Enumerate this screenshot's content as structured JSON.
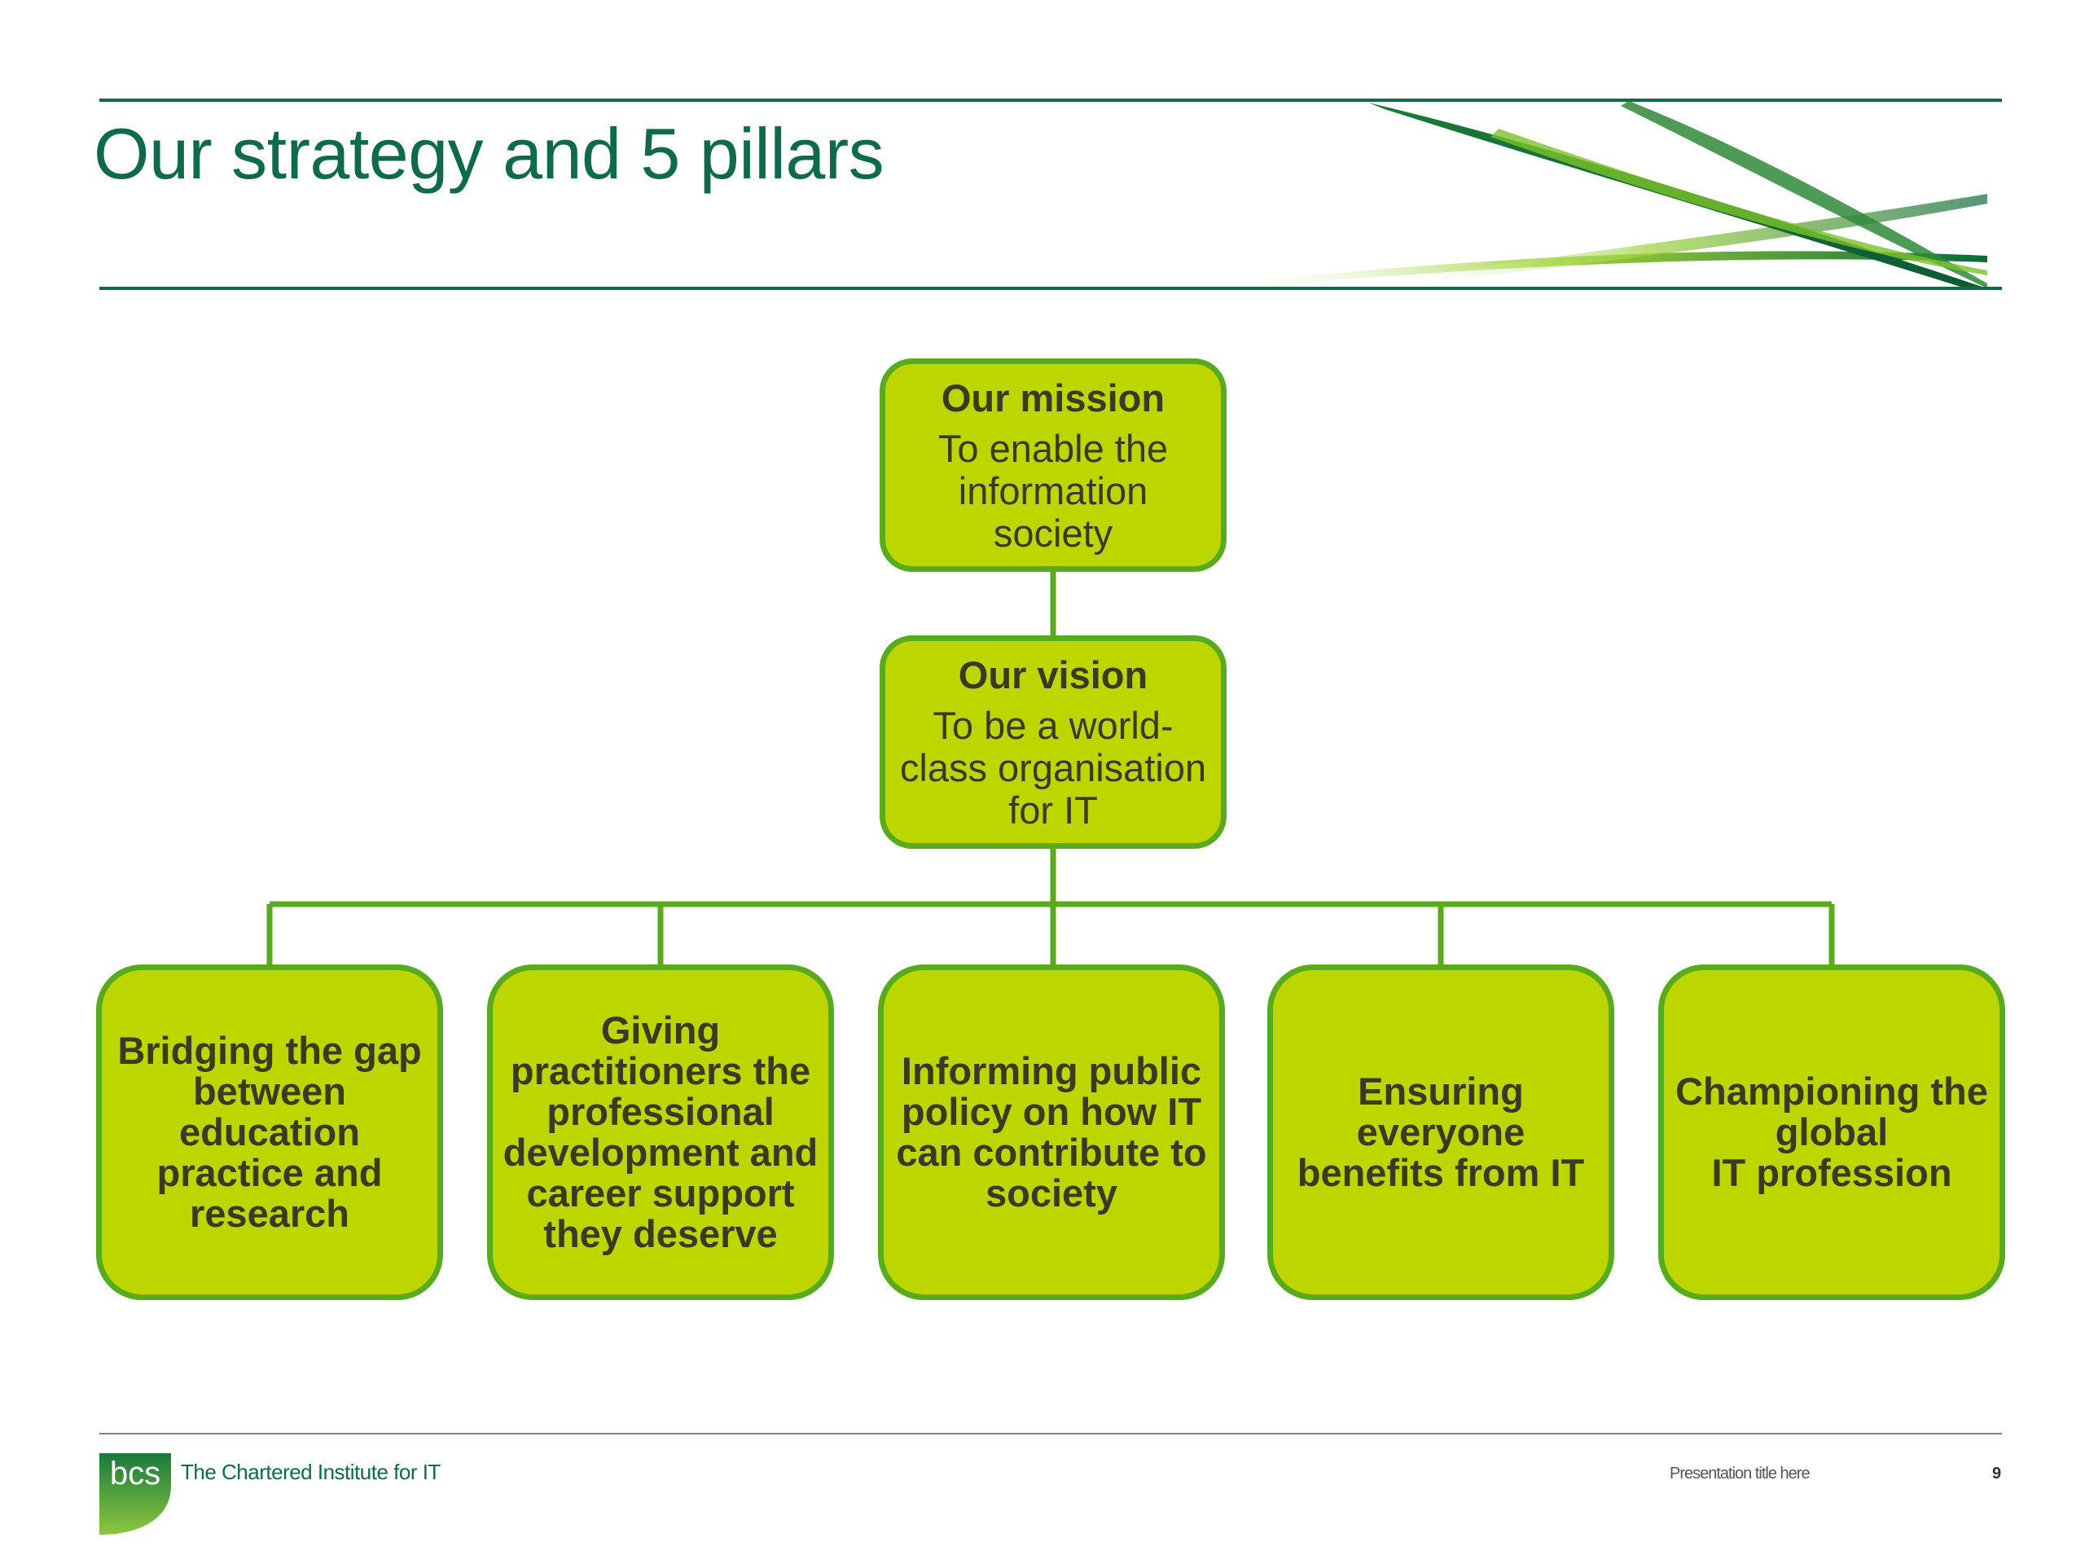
{
  "title": "Our strategy and 5 pillars",
  "mission": {
    "heading": "Our mission",
    "text": "To enable the information society"
  },
  "vision": {
    "heading": "Our vision",
    "text": "To be a world-class organisation for IT"
  },
  "pillars": [
    "Bridging the gap between education practice and research",
    "Giving practitioners the professional development and career support they deserve",
    "Informing public policy on how IT can contribute to society",
    "Ensuring everyone benefits from IT",
    "Championing the global\nIT profession"
  ],
  "footer": {
    "logo_text": "bcs",
    "org_name": "The Chartered Institute for IT",
    "text": "Presentation title here",
    "page_number": "9"
  },
  "colors": {
    "primary_green": "#0f6a4c",
    "box_fill": "#bdd600",
    "box_border": "#58ab1c",
    "box_text": "#3a3a1e"
  }
}
